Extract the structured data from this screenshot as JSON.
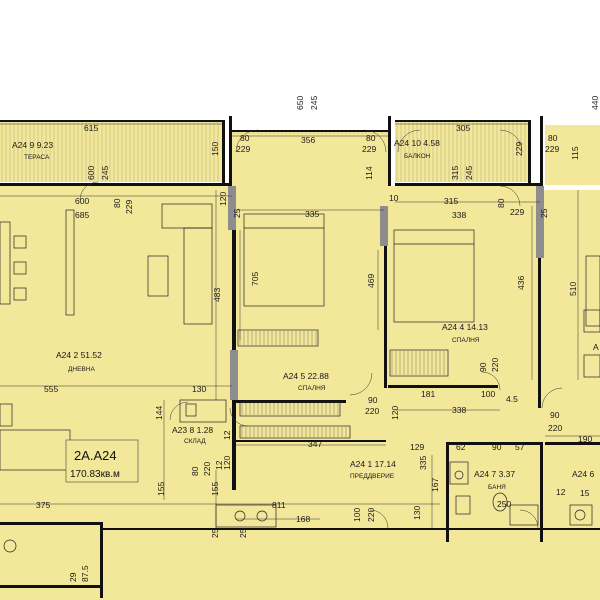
{
  "colors": {
    "floor": "#f3e79a",
    "wall": "#111111",
    "column": "#8d8d8d"
  },
  "unit": {
    "code": "2A.A24",
    "area": "170.83кв.м"
  },
  "rooms": {
    "terrace": {
      "label": "A24 9 9.23",
      "name": "ТЕРАСА"
    },
    "balcony": {
      "label": "A24 10 4.58",
      "name": "БАЛКОН"
    },
    "living": {
      "label": "A24 2 51.52",
      "name": "ДНЕВНА"
    },
    "bedroom1": {
      "label": "A24 5 22.88",
      "name": "СПАЛНЯ"
    },
    "bedroom2": {
      "label": "A24 4 14.13",
      "name": "СПАЛНЯ"
    },
    "storage": {
      "label": "A23 8 1.28",
      "name": "СКЛАД"
    },
    "hall": {
      "label": "A24 1 17.14",
      "name": "ПРЕДДВЕРИЕ"
    },
    "bath": {
      "label": "A24 7 3.37",
      "name": "БАНЯ"
    },
    "partial_a": {
      "label": "A"
    },
    "partial_6": {
      "label": "A24 6"
    }
  },
  "dims": {
    "d615": "615",
    "d650": "650",
    "d245a": "245",
    "d440": "440",
    "d356": "356",
    "d305": "305",
    "d80a": "80",
    "d229a": "229",
    "d80b": "80",
    "d229b": "229",
    "d80c": "80",
    "d229c": "229",
    "d229d": "229",
    "d150a": "150",
    "d114": "114",
    "d115": "115",
    "d600a": "600",
    "d245b": "245",
    "d315a": "315",
    "d245c": "245",
    "d600b": "600",
    "d685": "685",
    "d80d": "80",
    "d229e": "229",
    "d10": "10",
    "d315b": "315",
    "d80e": "80",
    "d229f": "229",
    "d120a": "120",
    "d25a": "25",
    "d25b": "25",
    "d335": "335",
    "d338a": "338",
    "d705": "705",
    "d483": "483",
    "d469": "469",
    "d436": "436",
    "d510": "510",
    "d90a": "90",
    "d220a": "220",
    "d555": "555",
    "d130": "130",
    "d181": "181",
    "d100a": "100",
    "d45": "4.5",
    "d338b": "338",
    "d144": "144",
    "d120b": "120",
    "d90b": "90",
    "d220b": "220",
    "d90c": "90",
    "d220c": "220",
    "d347": "347",
    "d129": "129",
    "d62": "62",
    "d90d": "90",
    "d57": "57",
    "d190": "190",
    "d80f": "80",
    "d220d": "220",
    "d120c": "120",
    "d12a": "12",
    "d12b": "12",
    "d155a": "155",
    "d155b": "155",
    "d335b": "335",
    "d130b": "130",
    "d167": "167",
    "d250": "250",
    "d12c": "12",
    "d15": "15",
    "d375": "375",
    "d811": "811",
    "d168": "168",
    "d100b": "100",
    "d220e": "220",
    "d25c": "25",
    "d25d": "25",
    "d29": "29",
    "d875": "87.5"
  }
}
